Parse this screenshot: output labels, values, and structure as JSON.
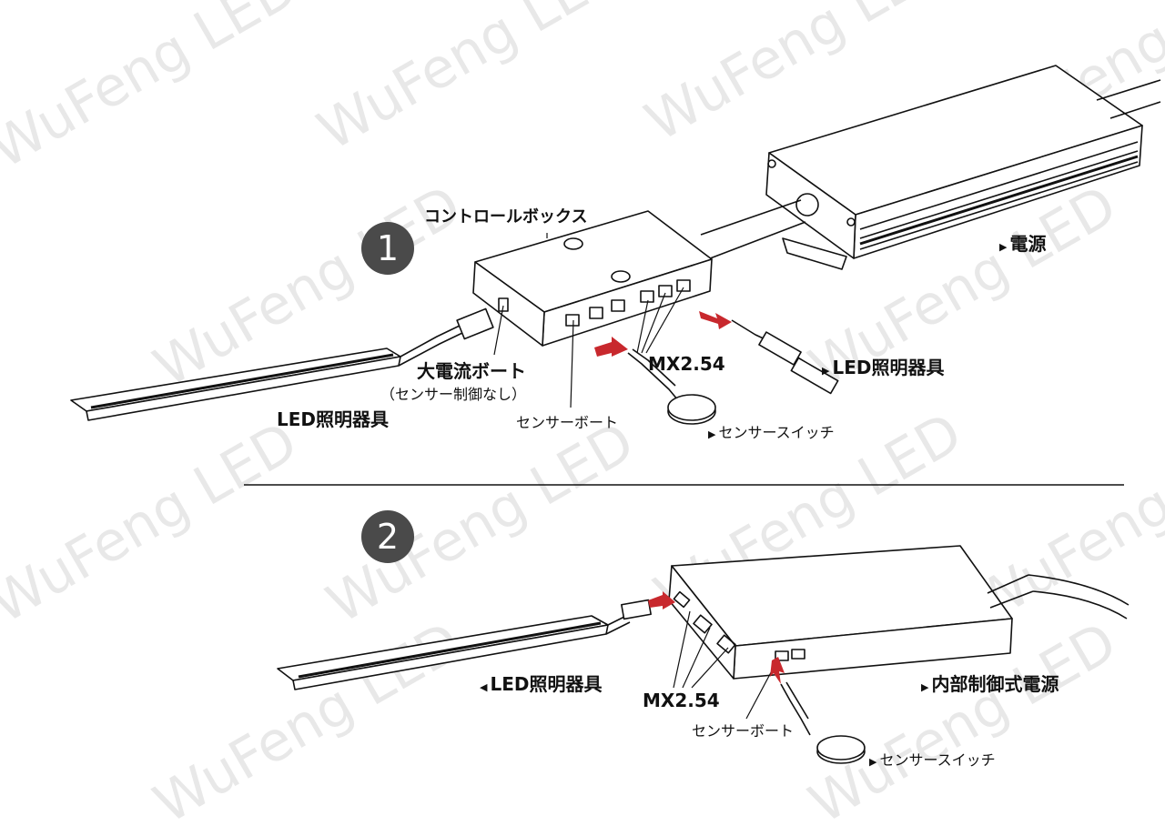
{
  "watermark": "WuFeng LED",
  "diagram1": {
    "badge": "1",
    "control_box": "コントロールボックス",
    "power_supply": "電源",
    "high_current_port": "大電流ボート",
    "high_current_note": "（センサー制御なし）",
    "mx_label": "MX2.54",
    "led_right": "LED照明器具",
    "led_left": "LED照明器具",
    "sensor_port": "センサーボート",
    "sensor_switch": "センサースイッチ"
  },
  "diagram2": {
    "badge": "2",
    "led": "LED照明器具",
    "mx_label": "MX2.54",
    "internal_psu": "内部制御式電源",
    "sensor_port": "センサーボート",
    "sensor_switch": "センサースイッチ"
  },
  "colors": {
    "arrow": "#c8282d",
    "badge": "#4a4a4a",
    "line": "#111111"
  }
}
